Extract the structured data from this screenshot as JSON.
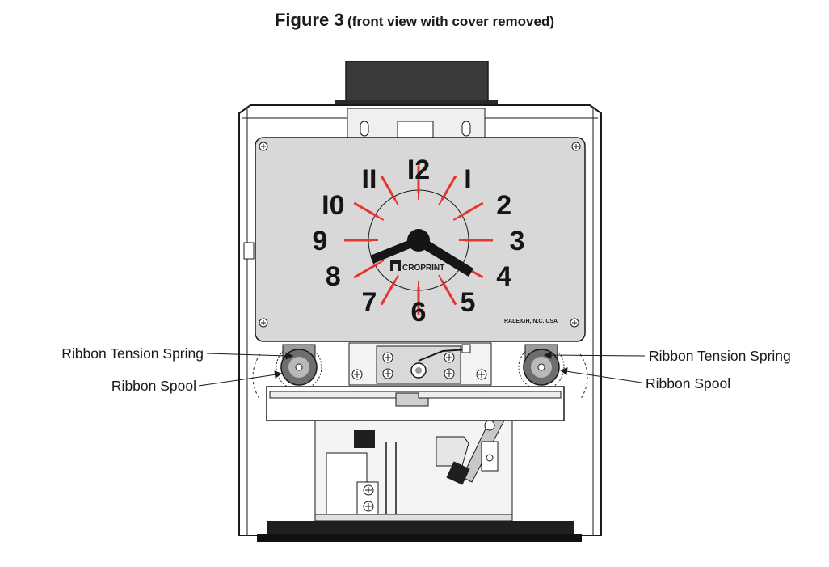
{
  "figure": {
    "title": "Figure 3",
    "subtitle": "(front view with cover removed)"
  },
  "clock": {
    "numerals": [
      "I2",
      "I",
      "2",
      "3",
      "4",
      "5",
      "6",
      "7",
      "8",
      "9",
      "I0",
      "II"
    ],
    "brand": "CROPRINT",
    "location": "RALEIGH, N.C. USA",
    "tick_color": "#e8332f",
    "face_color": "#d8d8d8",
    "hour_hand_points_to": "8",
    "minute_hand_points_to": "4"
  },
  "callouts": {
    "left_spring": "Ribbon Tension Spring",
    "left_spool": "Ribbon Spool",
    "right_spring": "Ribbon Tension Spring",
    "right_spool": "Ribbon Spool"
  },
  "colors": {
    "line": "#1a1a1a",
    "cap": "#3a3a3a",
    "spool": "#6e6e6e",
    "metal": "#ededed"
  }
}
